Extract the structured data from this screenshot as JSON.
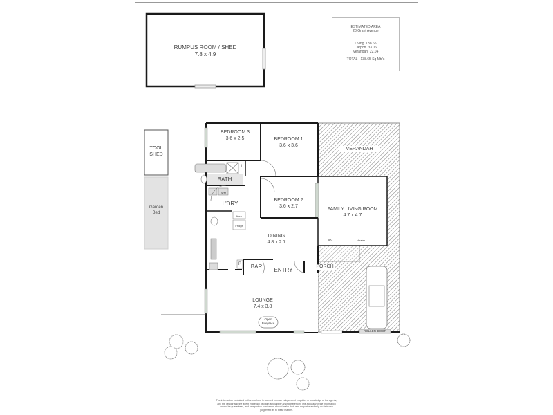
{
  "estimated_area": {
    "title": "ESTIMATED AREA",
    "address": "28 Grant Avenue",
    "rows": [
      {
        "label": "Living",
        "value": "138.65"
      },
      {
        "label": "Carport",
        "value": "33.06"
      },
      {
        "label": "Verandah",
        "value": "22.04"
      }
    ],
    "total": "TOTAL - 138.65 Sq Mtr's"
  },
  "rooms": {
    "rumpus": {
      "name": "RUMPUS ROOM / SHED",
      "size": "7.8 x 4.9"
    },
    "tool_shed": {
      "line1": "TOOL",
      "line2": "SHED"
    },
    "garden_bed": {
      "line1": "Garden",
      "line2": "Bed"
    },
    "bedroom3": {
      "name": "BEDROOM 3",
      "size": "3.6 x 2.5"
    },
    "bedroom1": {
      "name": "BEDROOM 1",
      "size": "3.6 x 3.6"
    },
    "bedroom2": {
      "name": "BEDROOM 2",
      "size": "3.6 x 2.7"
    },
    "verandah": {
      "name": "VERANDAH"
    },
    "family": {
      "name": "FAMILY LIVING ROOM",
      "size": "4.7 x 4.7"
    },
    "bath": {
      "name": "BATH"
    },
    "linen_l": {
      "name": "L"
    },
    "wm": {
      "name": "W/M"
    },
    "ldry": {
      "name": "L'DRY"
    },
    "linen": {
      "name": "linen"
    },
    "fridge": {
      "name": "Fridge"
    },
    "dining": {
      "name": "DINING",
      "size": "4.8 x 2.7"
    },
    "pantry": {
      "name": "P"
    },
    "bar": {
      "name": "BAR"
    },
    "entry": {
      "name": "ENTRY"
    },
    "porch": {
      "name": "PORCH"
    },
    "lounge": {
      "name": "LOUNGE",
      "size": "7.4 x 3.8"
    },
    "fireplace": {
      "line1": "Open",
      "line2": "Fireplace"
    },
    "heater": {
      "name": "Heater"
    },
    "aircon": {
      "name": "A/C"
    },
    "roller_door": {
      "name": "ROLLER-DOOR"
    }
  },
  "disclaimer": "The information contained in this brochure is sourced from an independent enquiries or knowledge of the agents, and the vendor and the agent expressly disclaim any liability arising therefrom. The accuracy of the information cannot be guaranteed, and prospective purchasers should make their own enquiries and rely on their own judgement as to these matters.",
  "colors": {
    "wall": "#1a1a1a",
    "hatch": "#9a9a9a",
    "garden": "#e3e3e3",
    "window": "#cfd8cf"
  }
}
